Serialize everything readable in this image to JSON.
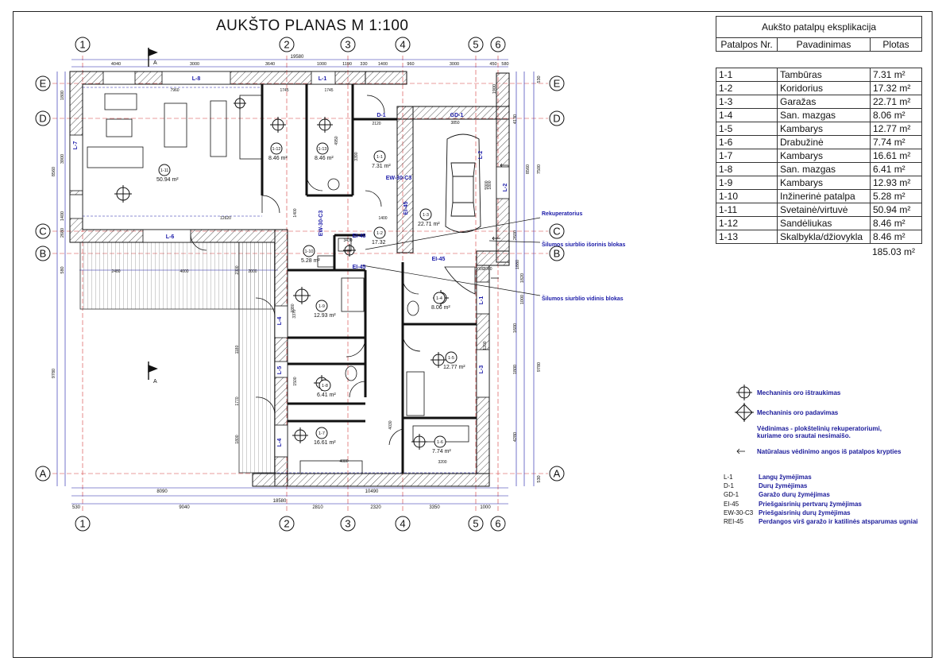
{
  "title": "AUKŠTO PLANAS M  1:100",
  "explication": {
    "title": "Aukšto patalpų eksplikacija",
    "headers": [
      "Patalpos Nr.",
      "Pavadinimas",
      "Plotas"
    ],
    "rows": [
      {
        "nr": "1-1",
        "name": "Tambūras",
        "area": "7.31 m²"
      },
      {
        "nr": "1-2",
        "name": "Koridorius",
        "area": "17.32 m²"
      },
      {
        "nr": "1-3",
        "name": "Garažas",
        "area": "22.71 m²"
      },
      {
        "nr": "1-4",
        "name": "San. mazgas",
        "area": "8.06 m²"
      },
      {
        "nr": "1-5",
        "name": "Kambarys",
        "area": "12.77 m²"
      },
      {
        "nr": "1-6",
        "name": "Drabužinė",
        "area": "7.74 m²"
      },
      {
        "nr": "1-7",
        "name": "Kambarys",
        "area": "16.61 m²"
      },
      {
        "nr": "1-8",
        "name": "San. mazgas",
        "area": "6.41 m²"
      },
      {
        "nr": "1-9",
        "name": "Kambarys",
        "area": "12.93 m²"
      },
      {
        "nr": "1-10",
        "name": "Inžinerinė patalpa",
        "area": "5.28 m²"
      },
      {
        "nr": "1-11",
        "name": "Svetainė/virtuvė",
        "area": "50.94 m²"
      },
      {
        "nr": "1-12",
        "name": "Sandėliukas",
        "area": "8.46 m²"
      },
      {
        "nr": "1-13",
        "name": "Skalbykla/džiovykla",
        "area": "8.46 m²"
      }
    ],
    "total": "185.03 m²"
  },
  "axes": {
    "columns": [
      "1",
      "2",
      "3",
      "4",
      "5",
      "6"
    ],
    "rows": [
      "E",
      "D",
      "C",
      "B",
      "A"
    ]
  },
  "dimensions": {
    "top_overall": "19580",
    "top": [
      "4040",
      "3000",
      "3640",
      "1000",
      "1190",
      "330",
      "1400",
      "960",
      "3000",
      "450",
      "580"
    ],
    "bottom_overall": "18580",
    "bottom": [
      "530",
      "9040",
      "2810",
      "2320",
      "3350",
      "1000"
    ],
    "bottom_mid": [
      "8090",
      "10490"
    ],
    "left_sub": [
      "1800",
      "3900",
      "1400",
      "2680",
      "580"
    ],
    "left": [
      "8560",
      "9780"
    ],
    "right": [
      "530",
      "1900",
      "4130",
      "8560",
      "7500",
      "2600",
      "1820",
      "1000",
      "1880",
      "1600",
      "1800",
      "4280",
      "9780",
      "530"
    ],
    "inner": [
      "7960",
      "1745",
      "1745",
      "2120",
      "3850",
      "12620",
      "1400",
      "3430",
      "2060",
      "1000",
      "3200",
      "4080",
      "5900",
      "1800",
      "2380",
      "3370",
      "1180",
      "1770",
      "1800",
      "2000",
      "2480",
      "4000",
      "2300",
      "3390",
      "4950",
      "1200",
      "1400",
      "4030",
      "1500"
    ]
  },
  "rooms": [
    {
      "id": "1-1",
      "area": "7.31 m²"
    },
    {
      "id": "1-2",
      "area": "17.32"
    },
    {
      "id": "1-3",
      "area": "22.71 m²"
    },
    {
      "id": "1-4",
      "area": "8.06 m²"
    },
    {
      "id": "1-5",
      "area": "12.77 m²"
    },
    {
      "id": "1-6",
      "area": "7.74 m²"
    },
    {
      "id": "1-7",
      "area": "16.61 m²"
    },
    {
      "id": "1-8",
      "area": "6.41 m²"
    },
    {
      "id": "1-9",
      "area": "12.93 m²"
    },
    {
      "id": "1-10",
      "area": "5.28 m²"
    },
    {
      "id": "1-11",
      "area": "50.94 m²"
    },
    {
      "id": "1-12",
      "area": "8.46 m²"
    },
    {
      "id": "1-13",
      "area": "8.46 m²"
    }
  ],
  "window_door_tags": [
    "L-8",
    "L-1",
    "L-7",
    "L-6",
    "L-2",
    "L-2",
    "L-1",
    "L-3",
    "L-4",
    "L-5",
    "L-4",
    "D-1",
    "GD-1"
  ],
  "fire_tags": [
    "EW-30-C3",
    "EI-45",
    "EW-30-C3",
    "EI-45",
    "EI-45",
    "EI-45"
  ],
  "section_marks": [
    "A",
    "A"
  ],
  "callouts": [
    "Rekuperatorius",
    "Šilumos siurblio išorinis blokas",
    "Šilumos siurblio vidinis blokas"
  ],
  "legend": {
    "extract": "Mechaninis oro ištraukimas",
    "supply": "Mechaninis oro padavimas",
    "ventilation": [
      "Vėdinimas - plokštelinių rekuperatoriumi,",
      "kuriame oro srautai nesimaišo."
    ],
    "natural": "Natūralaus vėdinimo angos iš patalpos krypties",
    "codes": [
      {
        "code": "L-1",
        "text": "Langų žymėjimas"
      },
      {
        "code": "D-1",
        "text": "Durų žymėjimas"
      },
      {
        "code": "GD-1",
        "text": "Garažo durų žymėjimas"
      },
      {
        "code": "EI-45",
        "text": "Priešgaisrinių pertvarų žymėjimas"
      },
      {
        "code": "EW-30-C3",
        "text": "Priešgaisrinių durų žymėjimas"
      },
      {
        "code": "REI-45",
        "text": "Perdangos virš garažo ir katilinės  atsparumas ugniai"
      }
    ]
  },
  "colors": {
    "line": "#222222",
    "blue": "#1a1aa8",
    "red": "#d23a3a",
    "hatch": "#555555"
  }
}
